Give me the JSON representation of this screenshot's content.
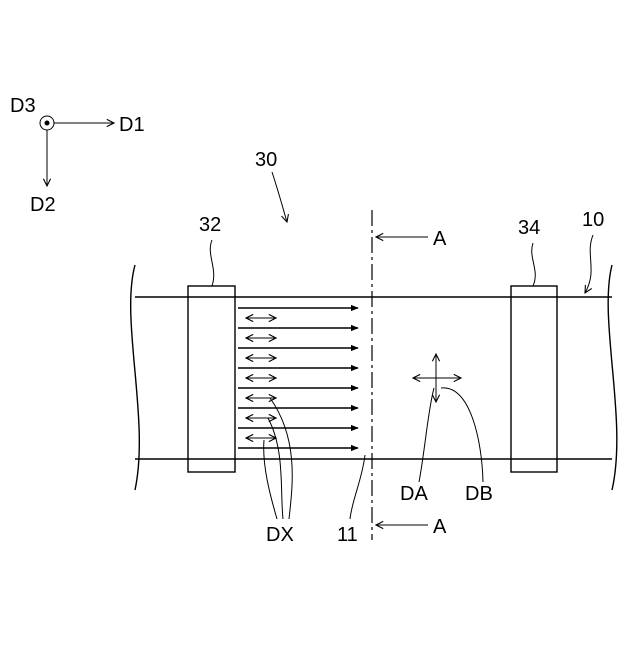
{
  "axes": {
    "d1": "D1",
    "d2": "D2",
    "d3": "D3"
  },
  "labels": {
    "assembly": "30",
    "left_block": "32",
    "right_block": "34",
    "film": "10",
    "region": "11",
    "section_top": "A",
    "section_bottom": "A",
    "dir_a": "DA",
    "dir_b": "DB",
    "dir_x": "DX"
  },
  "arrow_rows": 8
}
